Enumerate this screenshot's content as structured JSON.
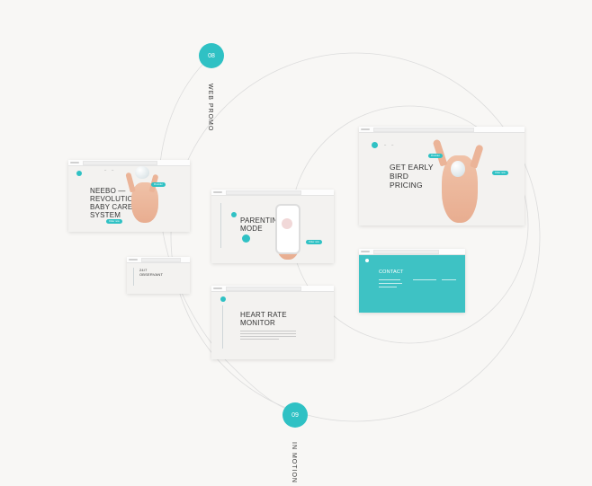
{
  "sections": {
    "web_promo": {
      "number": "08",
      "label": "WEB PROMO"
    },
    "in_motion": {
      "number": "09",
      "label": "IN MOTION"
    }
  },
  "colors": {
    "accent": "#2fc1c4",
    "background": "#f8f7f5",
    "contact_bg": "#3ec2c4"
  },
  "screens": {
    "hero": {
      "headline_lines": [
        "NEEBO —",
        "REVOLUTIONARY",
        "BABY CARE",
        "SYSTEM"
      ],
      "cta_label": "Order now",
      "hand_cta_label": "Preorder"
    },
    "parenting": {
      "headline_lines": [
        "PARENTING",
        "MODE"
      ],
      "cta_label": "Order now"
    },
    "early_bird": {
      "headline_lines": [
        "GET EARLY",
        "BIRD",
        "PRICING"
      ],
      "cta_left_label": "Preorder",
      "cta_right_label": "Order now"
    },
    "heart_rate": {
      "headline_lines": [
        "HEART RATE",
        "MONITOR"
      ]
    },
    "small": {
      "headline_lines": [
        "24/7",
        "OBSERVANT"
      ]
    },
    "contact": {
      "headline": "CONTACT"
    }
  }
}
